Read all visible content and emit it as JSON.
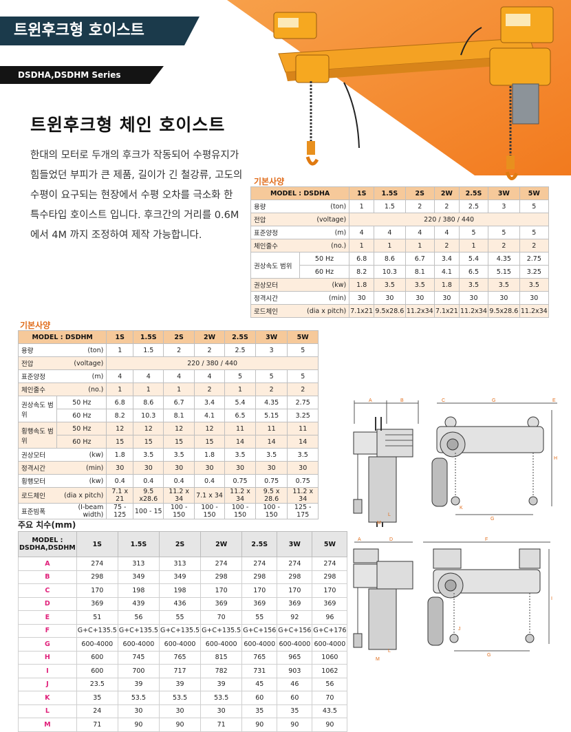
{
  "header": {
    "title": "트윈후크형 호이스트",
    "series": "DSDHA,DSDHM Series"
  },
  "main": {
    "title": "트윈후크형 체인 호이스트",
    "description": "한대의 모터로  두개의 후크가 작동되어 수평유지가 힘들었던 부피가 큰 제품, 길이가 긴 철강류, 고도의 수평이 요구되는 현장에서 수평 오차를 극소화 한 특수타입 호이스트 입니다. 후크간의 거리를 0.6M에서 4M 까지 조정하여 제작 가능합니다."
  },
  "dsdha": {
    "section_label": "기본사양",
    "model_label": "MODEL : DSDHA",
    "columns": [
      "1S",
      "1.5S",
      "2S",
      "2W",
      "2.5S",
      "3W",
      "5W"
    ],
    "rows": [
      {
        "label": "용량",
        "unit": "(ton)",
        "values": [
          "1",
          "1.5",
          "2",
          "2",
          "2.5",
          "3",
          "5"
        ]
      },
      {
        "label": "전압",
        "unit": "(voltage)",
        "merged": "220 / 380 / 440"
      },
      {
        "label": "표준양정",
        "unit": "(m)",
        "values": [
          "4",
          "4",
          "4",
          "4",
          "5",
          "5",
          "5"
        ]
      },
      {
        "label": "체인줄수",
        "unit": "(no.)",
        "values": [
          "1",
          "1",
          "1",
          "2",
          "1",
          "2",
          "2"
        ]
      }
    ],
    "hoist_speed": {
      "label": "권상속도 범위",
      "rows": [
        {
          "hz": "50 Hz",
          "values": [
            "6.8",
            "8.6",
            "6.7",
            "3.4",
            "5.4",
            "4.35",
            "2.75"
          ]
        },
        {
          "hz": "60 Hz",
          "values": [
            "8.2",
            "10.3",
            "8.1",
            "4.1",
            "6.5",
            "5.15",
            "3.25"
          ]
        }
      ]
    },
    "rows_after": [
      {
        "label": "권상모터",
        "unit": "(kw)",
        "values": [
          "1.8",
          "3.5",
          "3.5",
          "1.8",
          "3.5",
          "3.5",
          "3.5"
        ]
      },
      {
        "label": "정격시간",
        "unit": "(min)",
        "values": [
          "30",
          "30",
          "30",
          "30",
          "30",
          "30",
          "30"
        ]
      },
      {
        "label": "로드체인",
        "unit": "(dia x pitch)",
        "values": [
          "7.1x21",
          "9.5x28.6",
          "11.2x34",
          "7.1x21",
          "11.2x34",
          "9.5x28.6",
          "11.2x34"
        ]
      }
    ]
  },
  "dsdhm": {
    "section_label": "기본사양",
    "model_label": "MODEL : DSDHM",
    "columns": [
      "1S",
      "1.5S",
      "2S",
      "2W",
      "2.5S",
      "3W",
      "5W"
    ],
    "rows": [
      {
        "label": "용량",
        "unit": "(ton)",
        "values": [
          "1",
          "1.5",
          "2",
          "2",
          "2.5",
          "3",
          "5"
        ]
      },
      {
        "label": "전압",
        "unit": "(voltage)",
        "merged": "220 / 380 / 440"
      },
      {
        "label": "표준양정",
        "unit": "(m)",
        "values": [
          "4",
          "4",
          "4",
          "4",
          "5",
          "5",
          "5"
        ]
      },
      {
        "label": "체인줄수",
        "unit": "(no.)",
        "values": [
          "1",
          "1",
          "1",
          "2",
          "1",
          "2",
          "2"
        ]
      }
    ],
    "hoist_speed": {
      "label": "권상속도 범위",
      "rows": [
        {
          "hz": "50 Hz",
          "values": [
            "6.8",
            "8.6",
            "6.7",
            "3.4",
            "5.4",
            "4.35",
            "2.75"
          ]
        },
        {
          "hz": "60 Hz",
          "values": [
            "8.2",
            "10.3",
            "8.1",
            "4.1",
            "6.5",
            "5.15",
            "3.25"
          ]
        }
      ]
    },
    "traverse_speed": {
      "label": "횡행속도 범위",
      "rows": [
        {
          "hz": "50 Hz",
          "values": [
            "12",
            "12",
            "12",
            "12",
            "11",
            "11",
            "11"
          ]
        },
        {
          "hz": "60 Hz",
          "values": [
            "15",
            "15",
            "15",
            "15",
            "14",
            "14",
            "14"
          ]
        }
      ]
    },
    "rows_after": [
      {
        "label": "권상모터",
        "unit": "(kw)",
        "values": [
          "1.8",
          "3.5",
          "3.5",
          "1.8",
          "3.5",
          "3.5",
          "3.5"
        ]
      },
      {
        "label": "정격시간",
        "unit": "(min)",
        "values": [
          "30",
          "30",
          "30",
          "30",
          "30",
          "30",
          "30"
        ]
      },
      {
        "label": "횡행모터",
        "unit": "(kw)",
        "values": [
          "0.4",
          "0.4",
          "0.4",
          "0.4",
          "0.75",
          "0.75",
          "0.75"
        ]
      },
      {
        "label": "로드체인",
        "unit": "(dia x pitch)",
        "values": [
          "7.1 x 21",
          "9.5 x28.6",
          "11.2 x 34",
          "7.1 x 34",
          "11.2 x 34",
          "9.5 x 28.6",
          "11.2 x 34"
        ]
      },
      {
        "label": "표준빔폭",
        "unit": "(I-beam width)",
        "values": [
          "75 - 125",
          "100 - 15",
          "100 - 150",
          "100 - 150",
          "100 - 150",
          "100 - 150",
          "125 - 175"
        ]
      }
    ]
  },
  "dimensions": {
    "section_label": "주요 치수(mm)",
    "model_header": [
      "MODEL  :",
      "DSDHA,DSDHM"
    ],
    "columns": [
      "1S",
      "1.5S",
      "2S",
      "2W",
      "2.5S",
      "3W",
      "5W"
    ],
    "rows": [
      {
        "letter": "A",
        "values": [
          "274",
          "313",
          "313",
          "274",
          "274",
          "274",
          "274"
        ]
      },
      {
        "letter": "B",
        "values": [
          "298",
          "349",
          "349",
          "298",
          "298",
          "298",
          "298"
        ]
      },
      {
        "letter": "C",
        "values": [
          "170",
          "198",
          "198",
          "170",
          "170",
          "170",
          "170"
        ]
      },
      {
        "letter": "D",
        "values": [
          "369",
          "439",
          "436",
          "369",
          "369",
          "369",
          "369"
        ]
      },
      {
        "letter": "E",
        "values": [
          "51",
          "56",
          "55",
          "70",
          "55",
          "92",
          "96"
        ]
      },
      {
        "letter": "F",
        "values": [
          "G+C+135.5",
          "G+C+135.5",
          "G+C+135.5",
          "G+C+135.5",
          "G+C+156",
          "G+C+156",
          "G+C+176"
        ]
      },
      {
        "letter": "G",
        "values": [
          "600-4000",
          "600-4000",
          "600-4000",
          "600-4000",
          "600-4000",
          "600-4000",
          "600-4000"
        ]
      },
      {
        "letter": "H",
        "values": [
          "600",
          "745",
          "765",
          "815",
          "765",
          "965",
          "1060"
        ]
      },
      {
        "letter": "I",
        "values": [
          "600",
          "700",
          "717",
          "782",
          "731",
          "903",
          "1062"
        ]
      },
      {
        "letter": "J",
        "values": [
          "23.5",
          "39",
          "39",
          "39",
          "45",
          "46",
          "56"
        ]
      },
      {
        "letter": "K",
        "values": [
          "35",
          "53.5",
          "53.5",
          "53.5",
          "60",
          "60",
          "70"
        ]
      },
      {
        "letter": "L",
        "values": [
          "24",
          "30",
          "30",
          "30",
          "35",
          "35",
          "43.5"
        ]
      },
      {
        "letter": "M",
        "values": [
          "71",
          "90",
          "90",
          "71",
          "90",
          "90",
          "90"
        ]
      }
    ]
  },
  "drawing_labels": [
    "A",
    "B",
    "C",
    "G",
    "E",
    "H",
    "K",
    "G",
    "L",
    "M",
    "A",
    "D",
    "F",
    "I",
    "J",
    "G",
    "L",
    "M"
  ],
  "colors": {
    "orange": "#f58a2e",
    "navy": "#1b3a4b",
    "table_header": "#f6c99a",
    "table_alt": "#fdeddd",
    "dim_letter": "#e0207a"
  }
}
